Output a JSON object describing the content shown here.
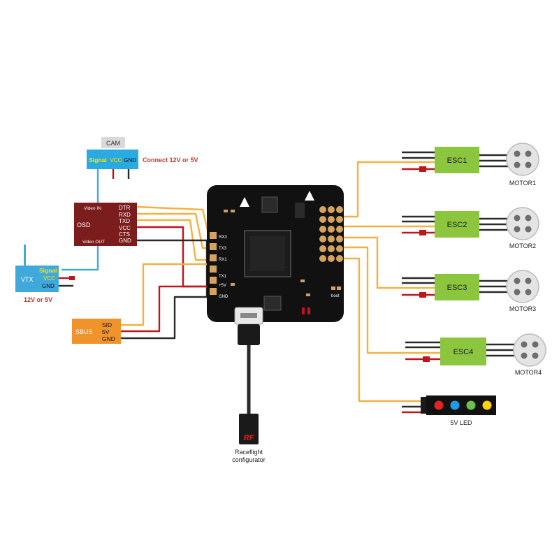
{
  "colors": {
    "signal_wire": "#f5b041",
    "power_wire": "#c0151b",
    "ground_wire": "#2a2a2a",
    "video_wire": "#3fa9dc",
    "esc_green": "#8cc63f",
    "osd_red": "#7b1d1d",
    "sbus_orange": "#f0932b",
    "cam_blue": "#29abe2",
    "vtx_blue": "#3fa9dc",
    "board_black": "#111111",
    "pad_gold": "#d6a35c",
    "note_red": "#c0392b",
    "signal_yellow": "#ffe600",
    "led_red": "#e02424",
    "led_blue": "#1e9be6",
    "led_green": "#6cc04a",
    "led_yellow": "#ffd400"
  },
  "cam": {
    "title": "CAM",
    "pins": [
      "Signal",
      "VCC",
      "GND"
    ],
    "note": "Connect 12V  or 5V"
  },
  "osd": {
    "label": "OSD",
    "video_in": "Video IN",
    "video_out": "Video OUT",
    "pins": [
      "DTR",
      "RXD",
      "TXD",
      "VCC",
      "CTS",
      "GND"
    ]
  },
  "vtx": {
    "label": "VTX",
    "pins": [
      "Signal",
      "VCC",
      "GND"
    ],
    "note": "12V or 5V"
  },
  "sbus": {
    "label": "SBUS",
    "pins": [
      "SID",
      "5V",
      "GND"
    ]
  },
  "board": {
    "pads": [
      "RX3",
      "TX3",
      "RX1",
      "TX1",
      "+5V",
      "GND"
    ],
    "boot": "boot"
  },
  "escs": [
    {
      "label": "ESC1",
      "motor": "MOTOR1"
    },
    {
      "label": "ESC2",
      "motor": "MOTOR2"
    },
    {
      "label": "ESC3",
      "motor": "MOTOR3"
    },
    {
      "label": "ESC4",
      "motor": "MOTOR4"
    }
  ],
  "led": {
    "label": "5V LED"
  },
  "usb": {
    "logo": "RF",
    "line1": "Raceflight",
    "line2": "configurator"
  }
}
